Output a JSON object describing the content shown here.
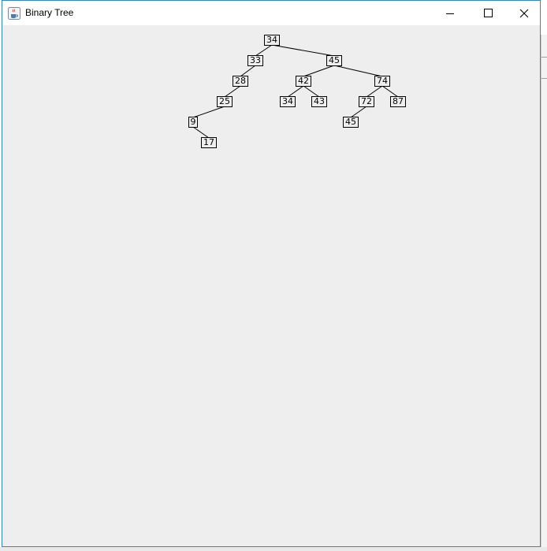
{
  "window": {
    "title": "Binary Tree",
    "app_icon": "java-cup-icon",
    "controls": [
      "minimize-icon",
      "maximize-icon",
      "close-icon"
    ]
  },
  "colors": {
    "canvas": "#eeeeee",
    "window_border": "#2f86d6",
    "node_border": "#000000"
  },
  "tree": {
    "nodes": [
      {
        "id": "n0",
        "value": "34",
        "parent": null
      },
      {
        "id": "n1",
        "value": "33",
        "parent": "n0"
      },
      {
        "id": "n2",
        "value": "45",
        "parent": "n0"
      },
      {
        "id": "n3",
        "value": "28",
        "parent": "n1"
      },
      {
        "id": "n4",
        "value": "42",
        "parent": "n2"
      },
      {
        "id": "n5",
        "value": "74",
        "parent": "n2"
      },
      {
        "id": "n6",
        "value": "25",
        "parent": "n3"
      },
      {
        "id": "n7",
        "value": "34",
        "parent": "n4"
      },
      {
        "id": "n8",
        "value": "43",
        "parent": "n4"
      },
      {
        "id": "n9",
        "value": "72",
        "parent": "n5"
      },
      {
        "id": "n10",
        "value": "87",
        "parent": "n5"
      },
      {
        "id": "n11",
        "value": "9",
        "parent": "n6"
      },
      {
        "id": "n12",
        "value": "45",
        "parent": "n9"
      },
      {
        "id": "n13",
        "value": "17",
        "parent": "n11"
      }
    ]
  }
}
